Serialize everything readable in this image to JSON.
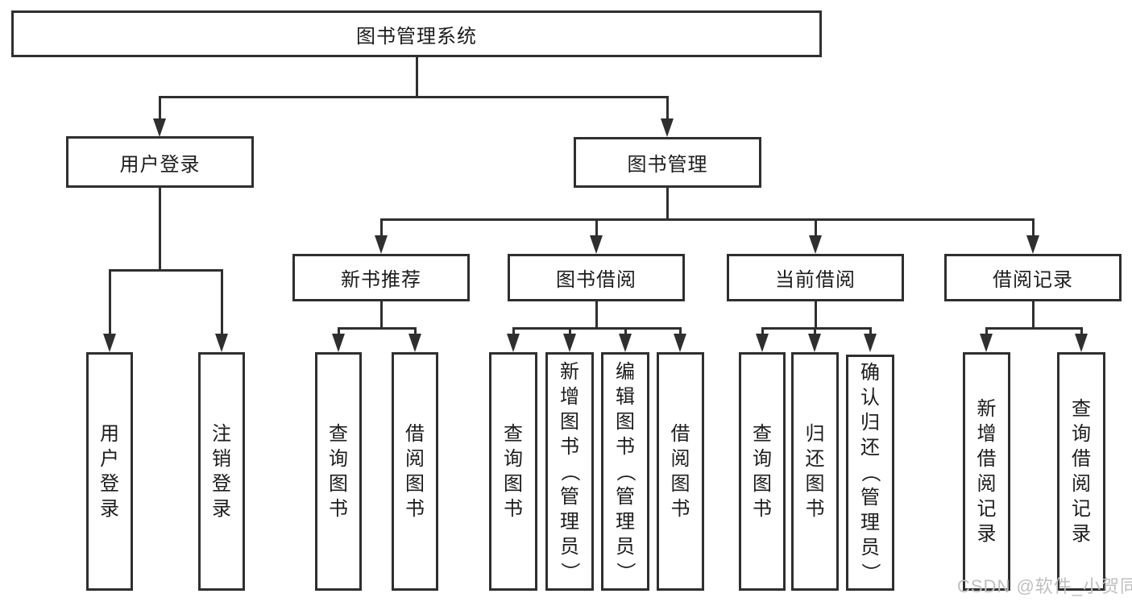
{
  "colors": {
    "line": "#2f2f2f",
    "text": "#1c1c1c",
    "background": "#ffffff",
    "watermark": "#bfbfbf"
  },
  "root": {
    "label": "图书管理系统"
  },
  "level2": [
    {
      "label": "用户登录",
      "children": [
        {
          "label": "用户登录"
        },
        {
          "label": "注销登录"
        }
      ]
    },
    {
      "label": "图书管理",
      "sections": [
        {
          "label": "新书推荐",
          "children": [
            {
              "label": "查询图书"
            },
            {
              "label": "借阅图书"
            }
          ]
        },
        {
          "label": "图书借阅",
          "children": [
            {
              "label": "查询图书"
            },
            {
              "label": "新增图书（管理员）"
            },
            {
              "label": "编辑图书（管理员）"
            },
            {
              "label": "借阅图书"
            }
          ]
        },
        {
          "label": "当前借阅",
          "children": [
            {
              "label": "查询图书"
            },
            {
              "label": "归还图书"
            },
            {
              "label": "确认归还（管理员）"
            }
          ]
        },
        {
          "label": "借阅记录",
          "children": [
            {
              "label": "新增借阅记录"
            },
            {
              "label": "查询借阅记录"
            }
          ]
        }
      ]
    }
  ],
  "watermark": {
    "text": "CSDN @软件_小贺同学"
  }
}
